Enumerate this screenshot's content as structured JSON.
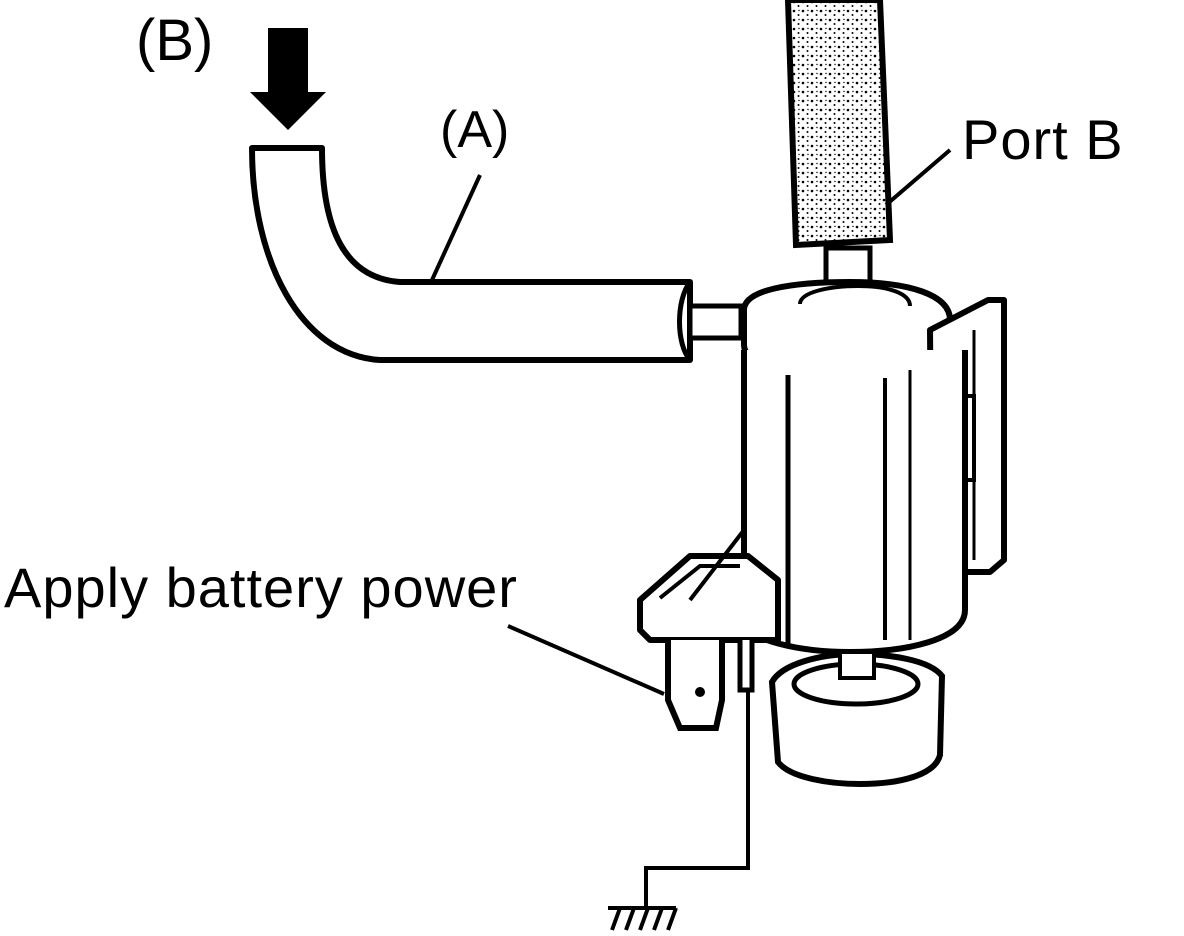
{
  "labels": {
    "b": "(B)",
    "a": "(A)",
    "port_b": "Port B",
    "battery": "Apply battery power"
  },
  "icons": [
    "arrow-down-icon",
    "ground-symbol-icon"
  ],
  "colors": {
    "ink": "#000000",
    "paper": "#ffffff"
  }
}
